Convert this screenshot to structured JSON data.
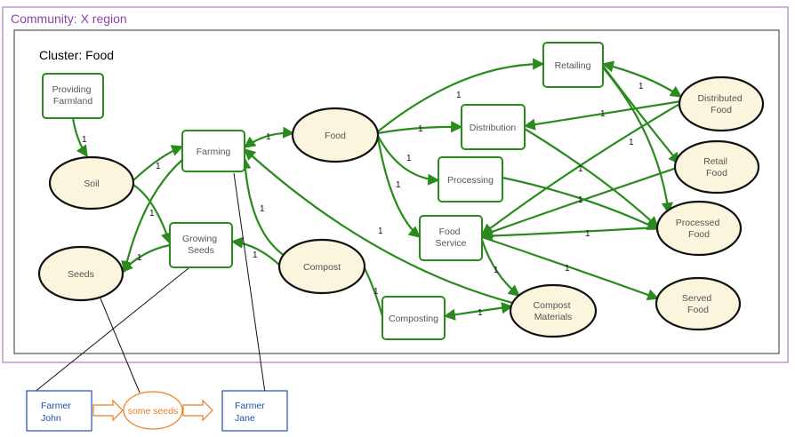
{
  "community": {
    "title": "Community: X region"
  },
  "cluster": {
    "title": "Cluster: Food"
  },
  "nodes": {
    "providing_farmland": {
      "lines": [
        "Providing",
        "Farmland"
      ]
    },
    "soil": {
      "lines": [
        "Soil"
      ]
    },
    "seeds": {
      "lines": [
        "Seeds"
      ]
    },
    "farming": {
      "lines": [
        "Farming"
      ]
    },
    "growing_seeds": {
      "lines": [
        "Growing",
        "Seeds"
      ]
    },
    "food": {
      "lines": [
        "Food"
      ]
    },
    "compost": {
      "lines": [
        "Compost"
      ]
    },
    "composting": {
      "lines": [
        "Composting"
      ]
    },
    "retailing": {
      "lines": [
        "Retailing"
      ]
    },
    "distribution": {
      "lines": [
        "Distribution"
      ]
    },
    "processing": {
      "lines": [
        "Processing"
      ]
    },
    "food_service": {
      "lines": [
        "Food",
        "Service"
      ]
    },
    "compost_materials": {
      "lines": [
        "Compost",
        "Materials"
      ]
    },
    "distributed_food": {
      "lines": [
        "Distributed",
        "Food"
      ]
    },
    "retail_food": {
      "lines": [
        "Retail",
        "Food"
      ]
    },
    "processed_food": {
      "lines": [
        "Processed",
        "Food"
      ]
    },
    "served_food": {
      "lines": [
        "Served",
        "Food"
      ]
    }
  },
  "edge_label": "1",
  "people": {
    "farmer_john": {
      "lines": [
        "Farmer",
        "John"
      ]
    },
    "farmer_jane": {
      "lines": [
        "Farmer",
        "Jane"
      ]
    }
  },
  "transfer": {
    "label": "some seeds"
  },
  "colors": {
    "community_border": "#b07cc6",
    "edge": "#2a8a1e",
    "ellipse_fill": "#fbf5dd",
    "person_border": "#1f4fa8",
    "transfer": "#e67e22"
  }
}
